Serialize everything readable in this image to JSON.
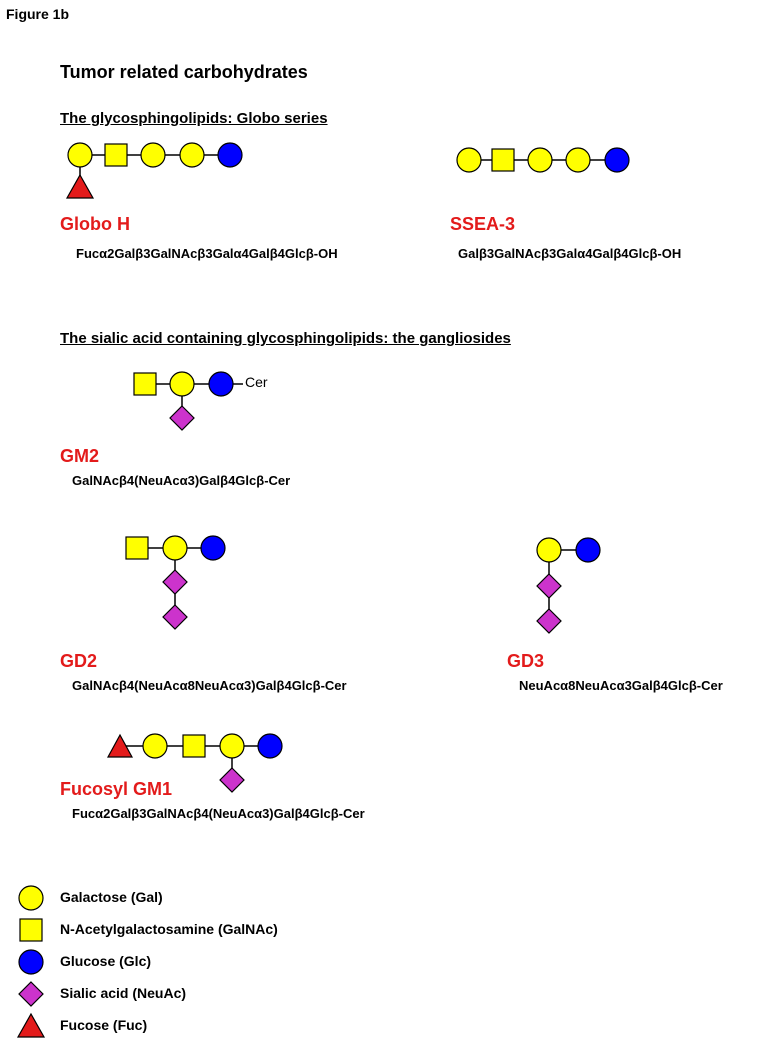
{
  "figure_label": "Figure 1b",
  "title": "Tumor related carbohydrates",
  "sections": {
    "globo": "The glycosphingolipids: Globo series",
    "gangliosides": "The sialic acid containing glycosphingolipids: the gangliosides"
  },
  "glycans": {
    "globo_h": {
      "name": "Globo H",
      "formula": "Fucα2Galβ3GalNAcβ3Galα4Galβ4Glcβ-OH"
    },
    "ssea3": {
      "name": "SSEA-3",
      "formula": "Galβ3GalNAcβ3Galα4Galβ4Glcβ-OH"
    },
    "gm2": {
      "name": "GM2",
      "formula": "GalNAcβ4(NeuAcα3)Galβ4Glcβ-Cer",
      "aglycone": "Cer"
    },
    "gd2": {
      "name": "GD2",
      "formula": "GalNAcβ4(NeuAcα8NeuAcα3)Galβ4Glcβ-Cer"
    },
    "gd3": {
      "name": "GD3",
      "formula": "NeuAcα8NeuAcα3Galβ4Glcβ-Cer"
    },
    "fucosyl_gm1": {
      "name": "Fucosyl GM1",
      "formula": "Fucα2Galβ3GalNAcβ4(NeuAcα3)Galβ4Glcβ-Cer"
    }
  },
  "legend": [
    {
      "symbol": "yellow-circle",
      "label": "Galactose (Gal)"
    },
    {
      "symbol": "yellow-square",
      "label": "N-Acetylgalactosamine (GalNAc)"
    },
    {
      "symbol": "blue-circle",
      "label": "Glucose (Glc)"
    },
    {
      "symbol": "magenta-diamond",
      "label": "Sialic acid (NeuAc)"
    },
    {
      "symbol": "red-triangle",
      "label": "Fucose (Fuc)"
    }
  ],
  "colors": {
    "galactose": "#ffff00",
    "galnac": "#ffff00",
    "glucose": "#0000ff",
    "sialic": "#cc33cc",
    "fucose": "#e31b1b",
    "name_text": "#e31b1b"
  }
}
